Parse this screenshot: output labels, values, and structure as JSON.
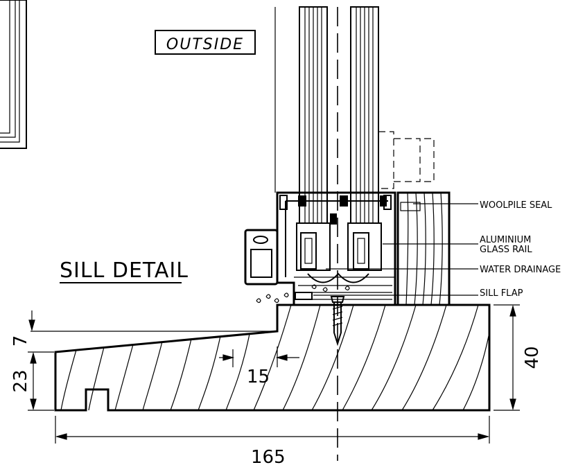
{
  "labels": {
    "outside": "OUTSIDE",
    "title": "SILL DETAIL",
    "woolpile": "WOOLPILE SEAL",
    "glass_rail_1": "ALUMINIUM",
    "glass_rail_2": "GLASS RAIL",
    "water": "WATER DRAINAGE",
    "sill_flap": "SILL FLAP"
  },
  "dimensions": {
    "width": "165",
    "height": "40",
    "upstand": "7",
    "nose": "23",
    "step": "15"
  }
}
